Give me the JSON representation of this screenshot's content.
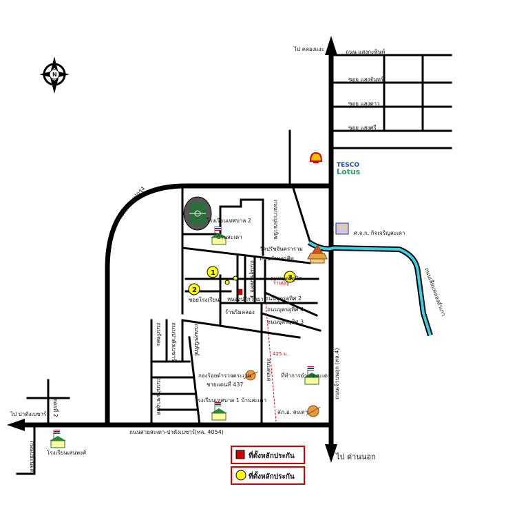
{
  "compass": {
    "label": "N"
  },
  "roads": {
    "top_road": "ถนน แสงกะพินท์",
    "soi_1": "ซอย แสงจันทร์",
    "soi_2": "ซอย แสงดาว",
    "soi_3": "ซอย แสงศรี",
    "loop_road": "ถนนเลิศสามปกรุง",
    "main_east": "ถนนเจ้าบนลุก (ทล.4)",
    "bottom_road": "ถนนสายสะเดา-ปาดังเบซาร์(ทล. 4054)",
    "river_road": "ถนนเลียบคลองสำเภา",
    "kanchana_rd": "ถนนกาญจนวนิช",
    "sadao_soi": "ถนนบุตรอุทิศ 4",
    "soi_2_left": "ซอยโรงเรียน",
    "soi_sub": "ถนนบุตรอุทิศ 2",
    "soi_sub3": "ถนนบุตรอุทิศ 3",
    "road_left1": "ถนนรัชตะ",
    "road_left2": "ถนนปาดังเบซาร์",
    "road_vert1": "ถนนสุขนิพัทธ์",
    "road_vert2": "ถนนสุขนิพัทธ์ 1",
    "road_vert3": "ถนนประชาอุทิศ",
    "road_down": "ถนนต่อเส",
    "near_west": "ซอยที่ 2",
    "west_soi": "ถนนปิยะนิมิต",
    "mid_label": "ถนนกำพลรุศิต",
    "mid_label2": "ถนนบุตรอุทิศ"
  },
  "directions": {
    "north": "ไป คลองแงะ",
    "south": "ไป ด่านนอก",
    "west": "ไป ปาดังเบซาร์"
  },
  "places": {
    "school2": "โรงเรียนเทศบาล 2",
    "school2b": "บ้านสะเดา",
    "temple": "วัดปรัชจันคราราม",
    "pcc": "ศ.จ.ก. กิจเจริญสะเดา",
    "police": "กองร้อยตำรวจตระเวน",
    "police2": "ชายแดนที่ 437",
    "district": "ที่ทำการอำเภอสะเดา",
    "school1": "โรงเรียนเทศบาล 1 บ้านสะเดา",
    "psd": "สภ.อ. สะเดา",
    "school_west": "โรงเรียนเสนพงศ์",
    "shop1": "ร้านบุญ",
    "shop2": "หนองปรักวิทยา",
    "shop3": "ร้านริมคลอง",
    "distance": "425 ม."
  },
  "brands": {
    "tesco_top": "TESCO",
    "tesco_bottom": "Lotus"
  },
  "markers": [
    "1",
    "2",
    "3"
  ],
  "legend": {
    "item1": "ที่ตั้งหลักประกัน",
    "item2": "ที่ตั้งหลักประกัน"
  },
  "colors": {
    "road": "#000000",
    "river": "#3ad0e0",
    "marker": "#ffff00",
    "legend_border": "#cc0000",
    "stadium": "#2a6e3a",
    "tesco_blue": "#1a4aa0",
    "tesco_green": "#2a9a6a"
  }
}
